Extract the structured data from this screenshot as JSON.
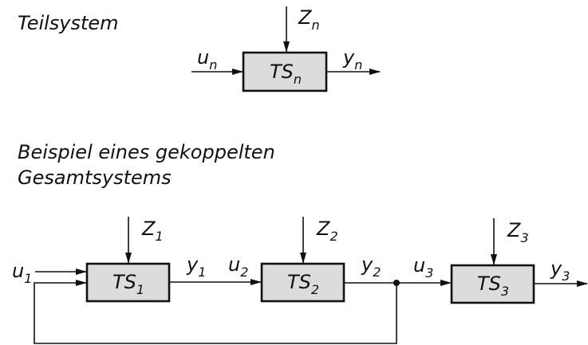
{
  "headings": {
    "subsystem": "Teilsystem",
    "example_line1": "Beispiel eines gekoppelten",
    "example_line2": "Gesamtsystems"
  },
  "single": {
    "block": {
      "base": "TS",
      "sub": "n"
    },
    "disturbance": {
      "base": "Z",
      "sub": "n"
    },
    "input": {
      "base": "u",
      "sub": "n"
    },
    "output": {
      "base": "y",
      "sub": "n"
    }
  },
  "chain": {
    "blocks": [
      {
        "base": "TS",
        "sub": "1"
      },
      {
        "base": "TS",
        "sub": "2"
      },
      {
        "base": "TS",
        "sub": "3"
      }
    ],
    "disturbances": [
      {
        "base": "Z",
        "sub": "1"
      },
      {
        "base": "Z",
        "sub": "2"
      },
      {
        "base": "Z",
        "sub": "3"
      }
    ],
    "signals": {
      "u1": {
        "base": "u",
        "sub": "1"
      },
      "y1": {
        "base": "y",
        "sub": "1"
      },
      "u2": {
        "base": "u",
        "sub": "2"
      },
      "y2": {
        "base": "y",
        "sub": "2"
      },
      "u3": {
        "base": "u",
        "sub": "3"
      },
      "y3": {
        "base": "y",
        "sub": "3"
      }
    }
  }
}
